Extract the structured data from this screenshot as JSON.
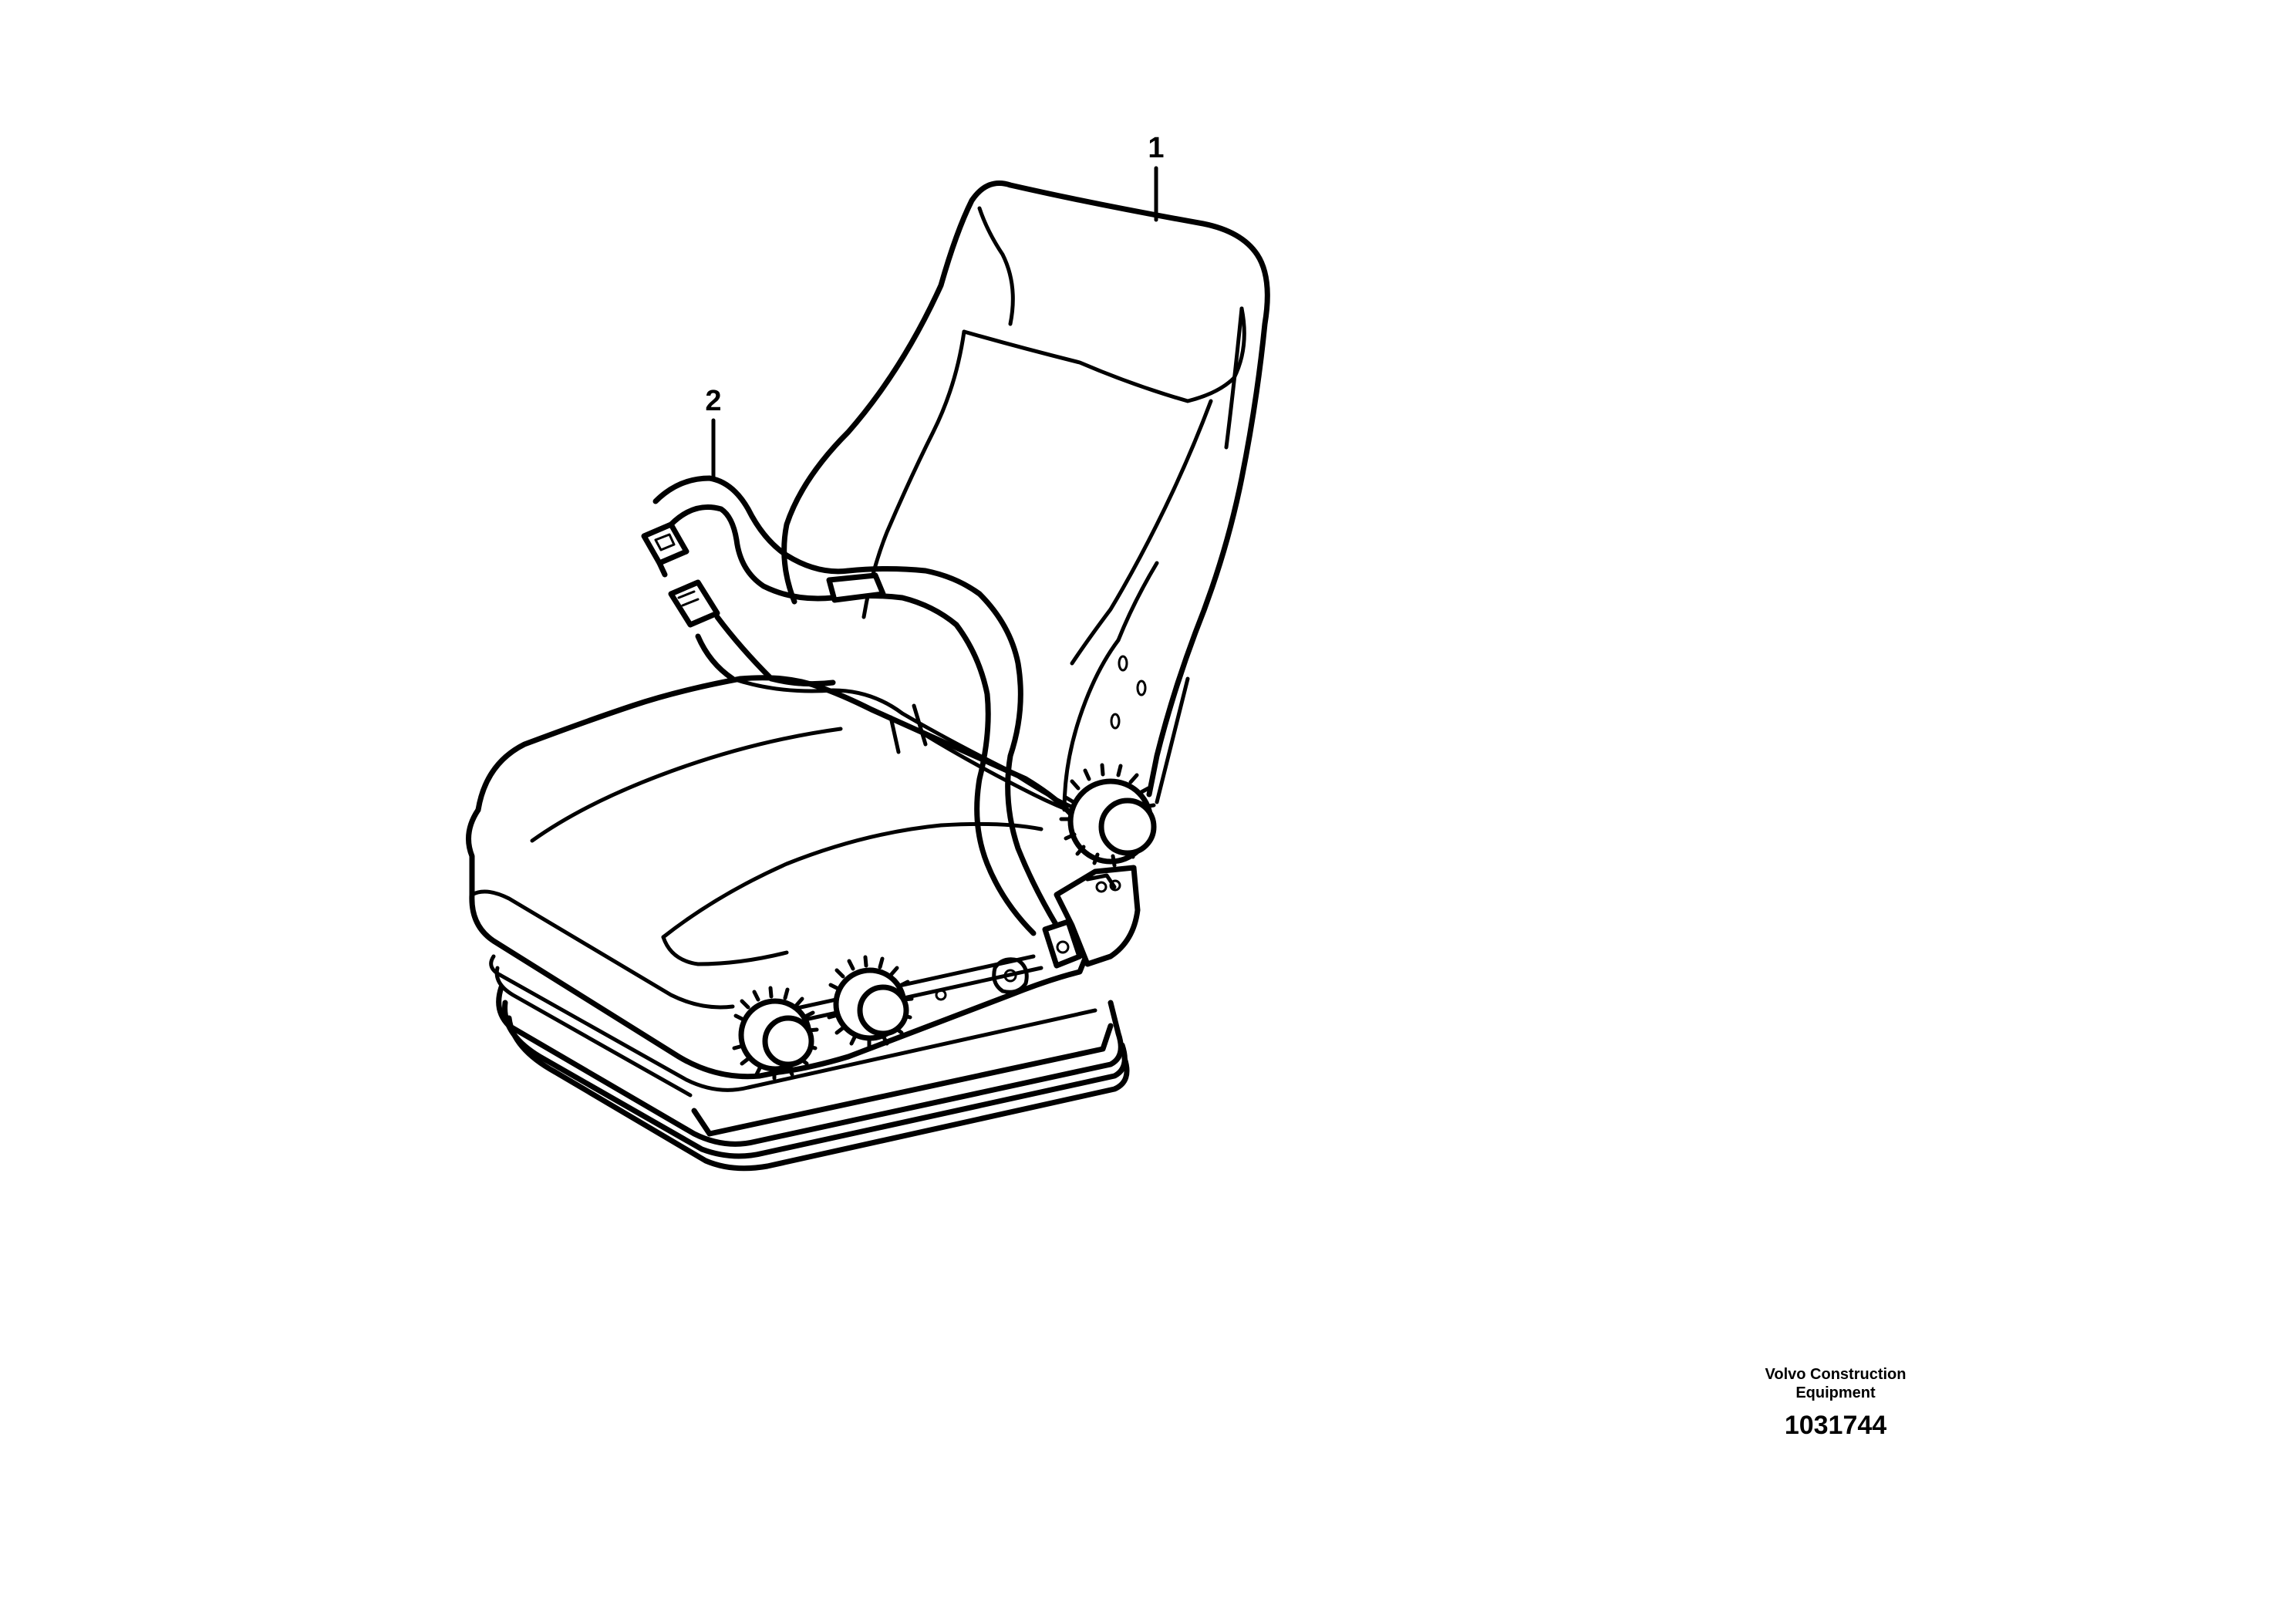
{
  "callouts": [
    {
      "label": "1",
      "part": "seat"
    },
    {
      "label": "2",
      "part": "seat-belt"
    }
  ],
  "footer": {
    "company_line1": "Volvo Construction",
    "company_line2": "Equipment",
    "drawing_number": "1031744"
  },
  "colors": {
    "line": "#000000",
    "background": "#ffffff"
  }
}
